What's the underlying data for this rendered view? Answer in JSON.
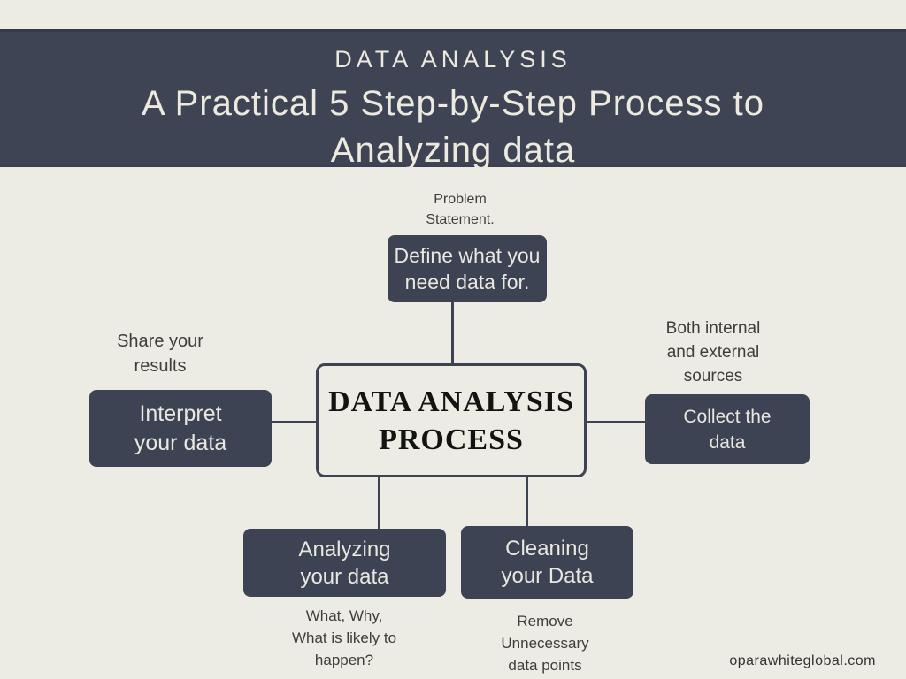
{
  "header": {
    "eyebrow": "DATA ANALYSIS",
    "title": "A Practical 5 Step-by-Step Process to\nAnalyzing data"
  },
  "center": {
    "title": "DATA ANALYSIS\nPROCESS"
  },
  "nodes": {
    "define": {
      "label": "Define what you\nneed data for.",
      "note": "Problem\nStatement."
    },
    "collect": {
      "label": "Collect the\ndata",
      "note": "Both internal\nand external\nsources"
    },
    "clean": {
      "label": "Cleaning\nyour Data",
      "note": "Remove\nUnnecessary\ndata points"
    },
    "analyze": {
      "label": "Analyzing\nyour data",
      "note": "What, Why,\nWhat is likely to\nhappen?"
    },
    "interpret": {
      "label": "Interpret\nyour data",
      "note": "Share your\nresults"
    }
  },
  "watermark": "oparawhiteglobal.com",
  "colors": {
    "background": "#ecebe4",
    "header_bar": "#3e4454",
    "node_fill": "#3d4352",
    "node_text": "#e8e7e0",
    "note_text": "#3e3e3a",
    "center_border": "#3d4352",
    "center_text": "#131312"
  }
}
